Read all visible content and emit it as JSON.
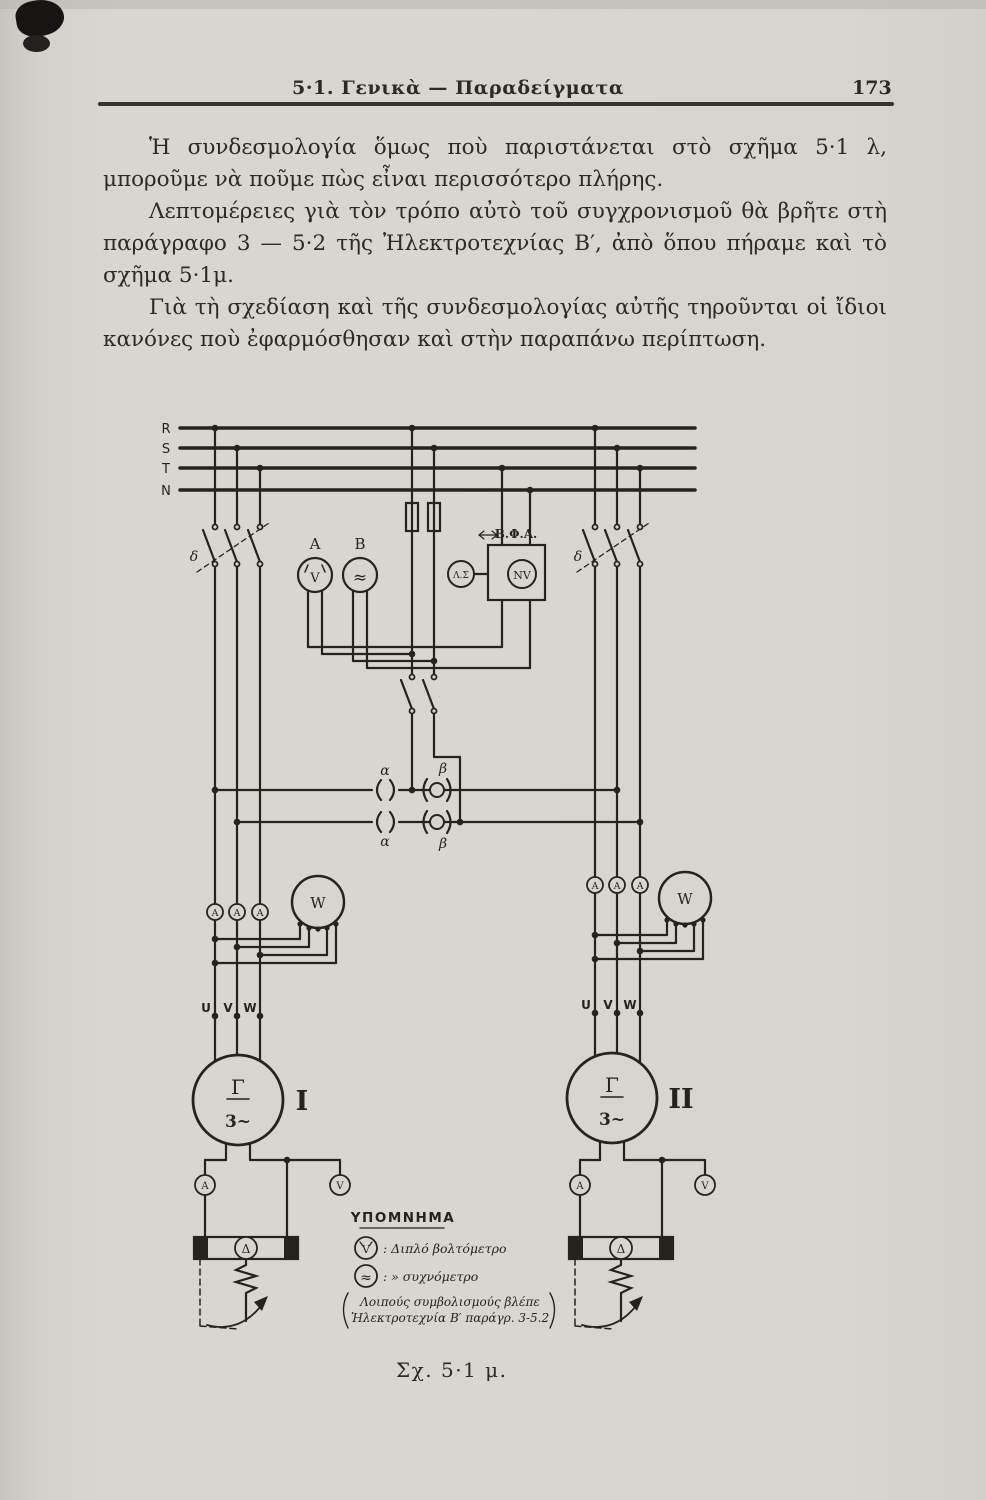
{
  "page": {
    "header": {
      "title": "5·1. Γενικὰ — Παραδείγματα",
      "page_number": "173"
    },
    "paragraphs": [
      "Ἡ συνδεσμολογία ὅμως ποὺ παριστάνεται στὸ σχῆμα 5·1 λ, μποροῦμε νὰ ποῦμε πὼς εἶναι περισσότερο πλήρης.",
      "Λεπτομέρειες γιὰ τὸν τρόπο αὐτὸ τοῦ συγχρονισμοῦ θὰ βρῆτε στὴ παράγραφο 3 — 5·2 τῆς Ἠλεκτροτεχνίας Β′, ἀπὸ ὅπου πήραμε καὶ τὸ σχῆμα 5·1μ.",
      "Γιὰ τὴ σχεδίαση καὶ τῆς συνδεσμολογίας αὐτῆς τηροῦνται οἱ ἴδιοι κανόνες ποὺ ἐφαρμόσθησαν καὶ στὴν παραπάνω περίπτωση."
    ],
    "caption": "Σχ. 5·1 μ."
  },
  "diagram": {
    "bus_labels": {
      "r": "R",
      "s": "S",
      "t": "T",
      "n": "N"
    },
    "switch_label_left": "δ",
    "switch_label_right": "δ",
    "meter_a": {
      "label": "A",
      "symbol": "V"
    },
    "meter_b": {
      "label": "B",
      "symbol": "≈"
    },
    "synchro_box": {
      "label": "Β.Φ.Α.",
      "relay": "NV",
      "selector": "Λ.Σ"
    },
    "plugs": {
      "alpha": "α",
      "beta": "β"
    },
    "ammeter_label": "A",
    "voltmeter_label": "V",
    "wattmeter_label": "W",
    "exciter_label": "Δ",
    "terminals": {
      "u": "U",
      "v": "V",
      "w": "W"
    },
    "generator_left": {
      "type": "Γ",
      "phases": "3~",
      "numeral": "I"
    },
    "generator_right": {
      "type": "Γ",
      "phases": "3~",
      "numeral": "II"
    },
    "legend": {
      "title": "ΥΠΟΜΝΗΜΑ",
      "row1_symbol": "V",
      "row1_text": ": Διπλό  βολτόμετρο",
      "row2_symbol": "≈",
      "row2_text": ":   »   συχνόμετρο",
      "note_line1": "Λοιπούς συμβολισμούς βλέπε",
      "note_line2": "Ἠλεκτροτεχνία Β′ παράγρ. 3-5.2"
    }
  }
}
